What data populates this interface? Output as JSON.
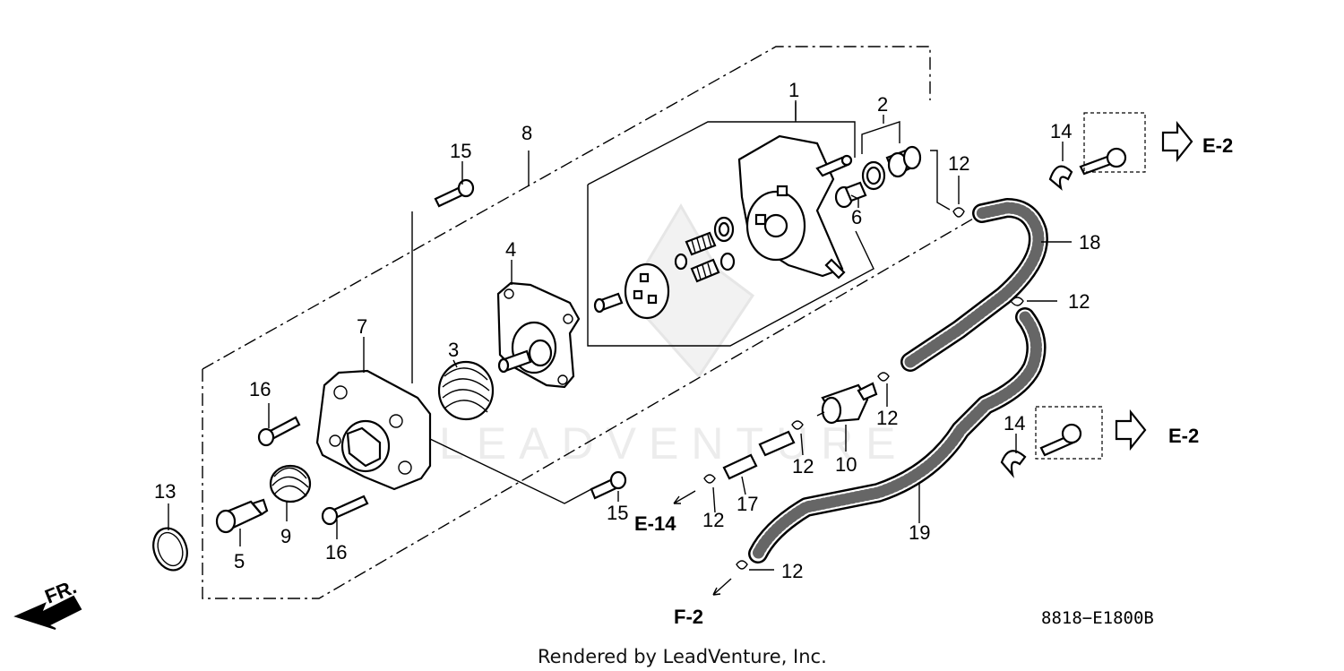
{
  "callouts": [
    "1",
    "2",
    "3",
    "4",
    "5",
    "6",
    "7",
    "8",
    "9",
    "10",
    "12",
    "12",
    "12",
    "12",
    "12",
    "12",
    "13",
    "14",
    "14",
    "15",
    "15",
    "16",
    "16",
    "17",
    "18",
    "19"
  ],
  "references": [
    "E-2",
    "E-2",
    "E-14",
    "F-2"
  ],
  "direction_label": "FR.",
  "diagram_code": "8818−E1800B",
  "watermark": "LEADVENTURE",
  "footer": "Rendered by LeadVenture, Inc."
}
